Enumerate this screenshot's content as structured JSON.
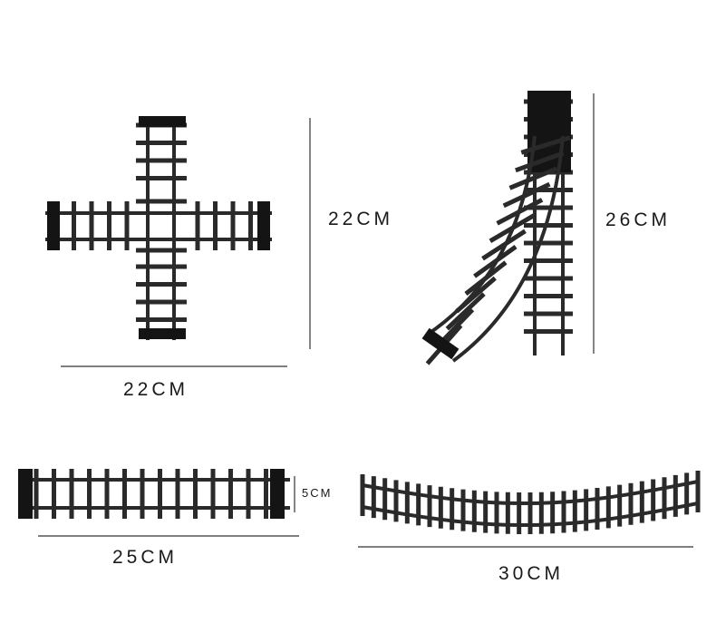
{
  "colors": {
    "track": "#2a2a2b",
    "track_dark": "#141414",
    "line": "#333333",
    "text": "#1a1a1a"
  },
  "pieces": [
    {
      "name": "cross-track",
      "width_label": "22CM",
      "height_label": "22CM"
    },
    {
      "name": "switch-track",
      "height_label": "26CM"
    },
    {
      "name": "straight-track",
      "length_label": "25CM",
      "width_label": "5CM"
    },
    {
      "name": "curved-track",
      "length_label": "30CM"
    }
  ]
}
